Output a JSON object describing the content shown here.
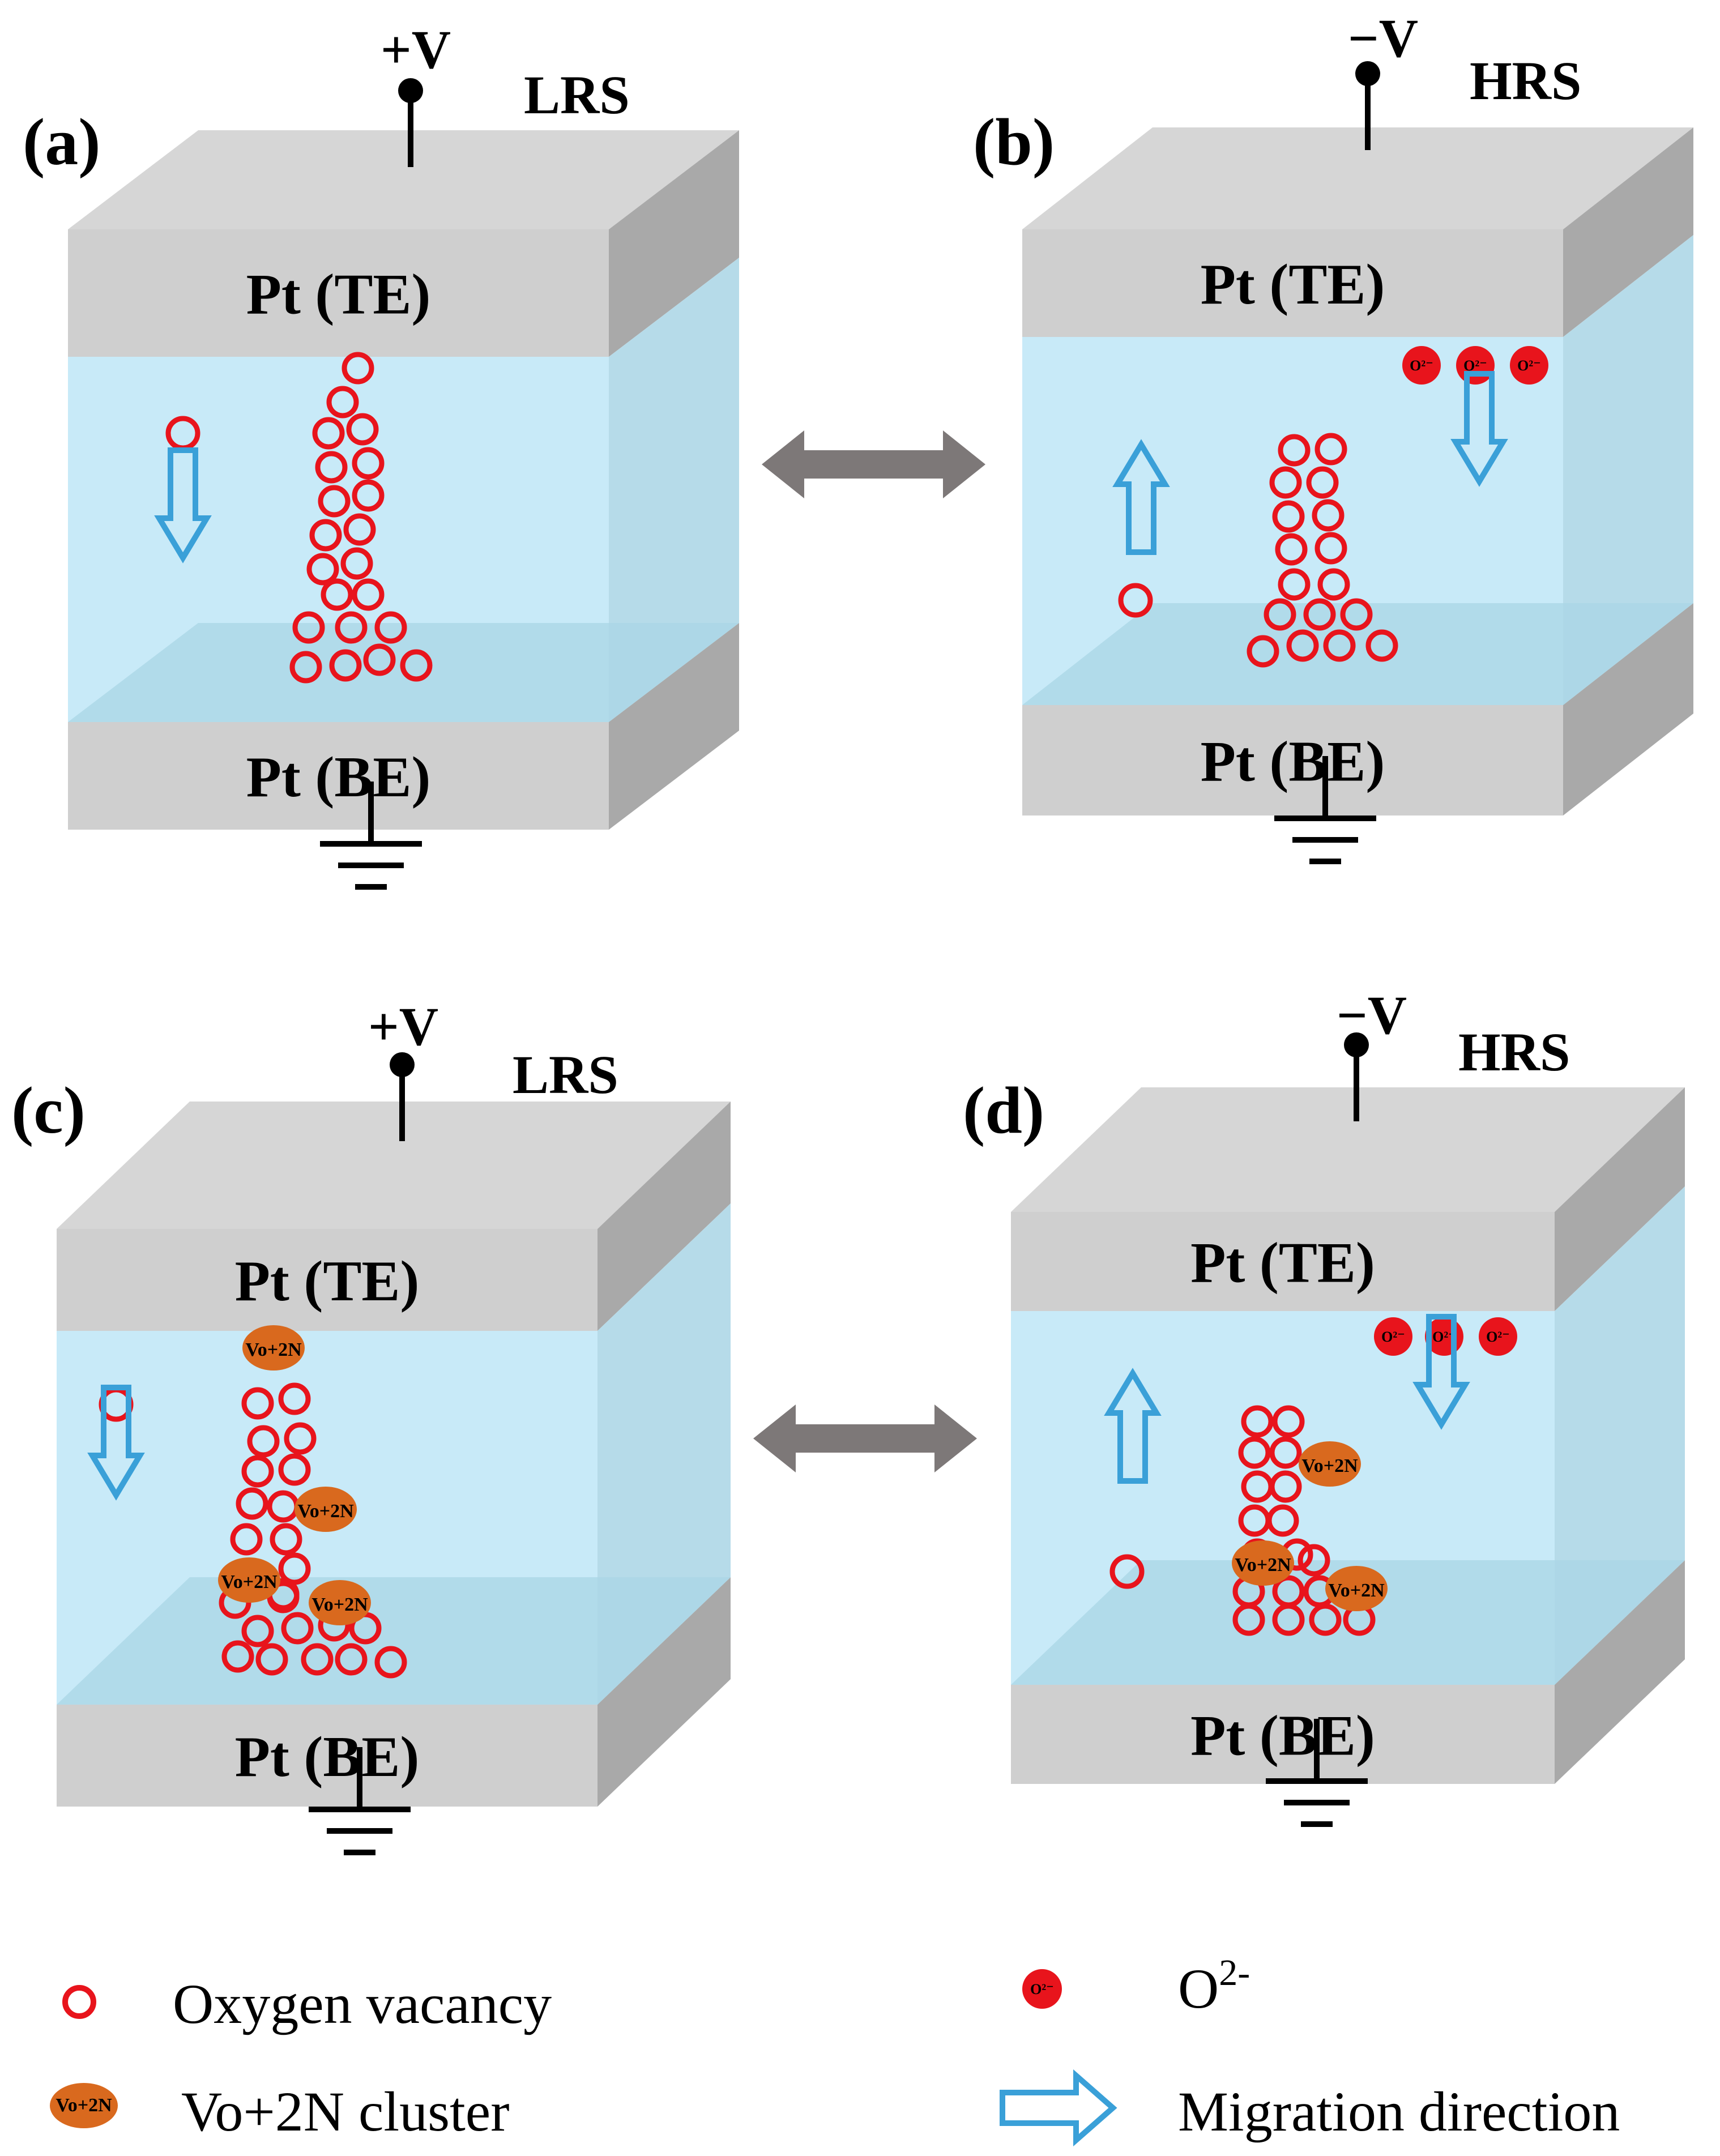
{
  "panels": [
    {
      "id": "a",
      "label": "(a)",
      "voltage": "+V",
      "state": "LRS",
      "top_electrode": "Pt (TE)",
      "bottom_electrode": "Pt (BE)",
      "has_o2_ions": false,
      "migration": "down",
      "clusters": []
    },
    {
      "id": "b",
      "label": "(b)",
      "voltage": "−V",
      "state": "HRS",
      "top_electrode": "Pt (TE)",
      "bottom_electrode": "Pt (BE)",
      "has_o2_ions": true,
      "o2_labels": [
        "O²⁻",
        "O²⁻",
        "O²⁻"
      ],
      "migration": "up",
      "clusters": []
    },
    {
      "id": "c",
      "label": "(c)",
      "voltage": "+V",
      "state": "LRS",
      "top_electrode": "Pt (TE)",
      "bottom_electrode": "Pt (BE)",
      "has_o2_ions": false,
      "migration": "down",
      "clusters": [
        "Vo+2N",
        "Vo+2N",
        "Vo+2N",
        "Vo+2N"
      ]
    },
    {
      "id": "d",
      "label": "(d)",
      "voltage": "−V",
      "state": "HRS",
      "top_electrode": "Pt (TE)",
      "bottom_electrode": "Pt (BE)",
      "has_o2_ions": true,
      "o2_labels": [
        "O²⁻",
        "O²⁻",
        "O²⁻"
      ],
      "migration": "up",
      "clusters": [
        "Vo+2N",
        "Vo+2N",
        "Vo+2N"
      ]
    }
  ],
  "legend": {
    "vacancy": "Oxygen vacancy",
    "cluster": "Vo+2N cluster",
    "cluster_symbol": "Vo+2N",
    "ion_base": "O",
    "ion_sup": "2-",
    "ion_symbol": "O²⁻",
    "migration": "Migration direction"
  },
  "colors": {
    "electrode_front": "#cfcfcf",
    "electrode_top": "#dcdcdc",
    "electrode_side": "#a9a9a9",
    "oxide_front": "#c8eaf8",
    "oxide_side": "#b6dbe9",
    "filament_floor": "#a9d6e6",
    "vacancy": "#e8141c",
    "o2_ion": "#e8141c",
    "cluster": "#d9691e",
    "arrow": "#3aa0d8",
    "switch_arrow": "#7d7878"
  }
}
